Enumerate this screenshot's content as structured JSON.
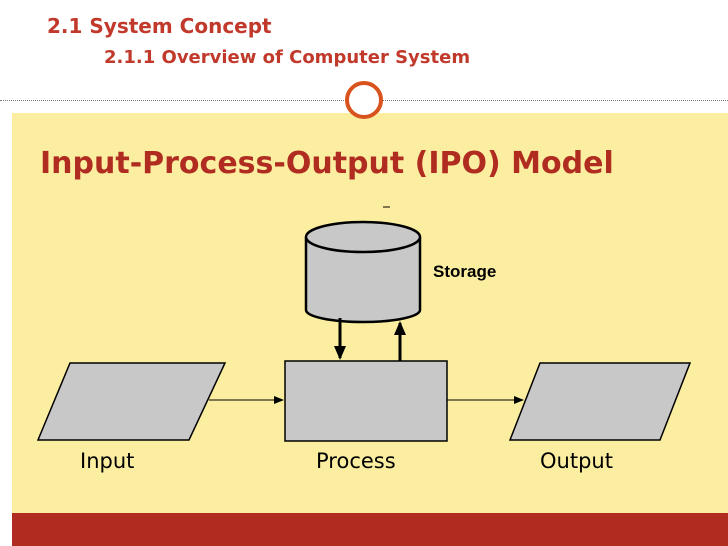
{
  "slide": {
    "section_title": "2.1 System Concept",
    "subsection_title": "2.1.1 Overview of Computer System",
    "heading": "Input-Process-Output (IPO) Model"
  },
  "diagram": {
    "storage_label": "Storage",
    "input_label": "Input",
    "process_label": "Process",
    "output_label": "Output"
  },
  "colors": {
    "accent_red": "#b02c20",
    "panel_yellow": "#fbeea0",
    "circle_orange": "#d9531e"
  }
}
